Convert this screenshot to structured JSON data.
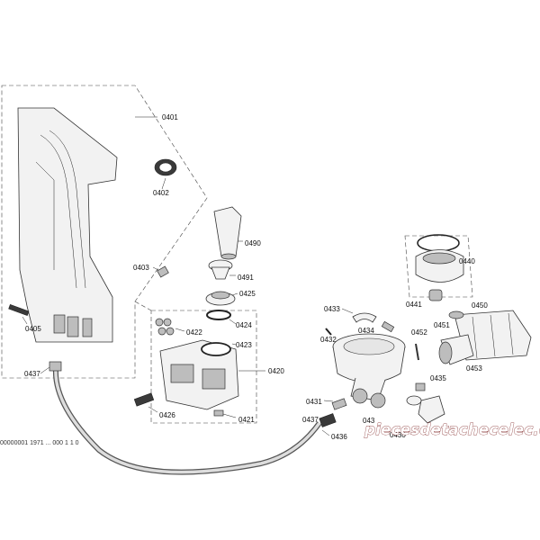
{
  "labels": {
    "p0401": "0401",
    "p0402": "0402",
    "p0403": "0403",
    "p0405": "0405",
    "p0437a": "0437",
    "p0490": "0490",
    "p0491": "0491",
    "p0425": "0425",
    "p0424": "0424",
    "p0422": "0422",
    "p0423": "0423",
    "p0420": "0420",
    "p0426": "0426",
    "p0421": "0421",
    "p0433": "0433",
    "p0434": "0434",
    "p0432": "0432",
    "p0431": "0431",
    "p0437b": "0437",
    "p0436": "0436",
    "p043x": "043",
    "p0435": "0435",
    "p0430": "0430",
    "p0452": "0452",
    "p0440": "0440",
    "p0441": "0441",
    "p0450": "0450",
    "p0451": "0451",
    "p0453": "0453"
  },
  "doc_code": "00000001 1971 ... 000 1 1 0",
  "watermark": "piecesdetachecelec.com",
  "colors": {
    "watermark_outline": "#7a1d1d",
    "line": "#333333"
  }
}
